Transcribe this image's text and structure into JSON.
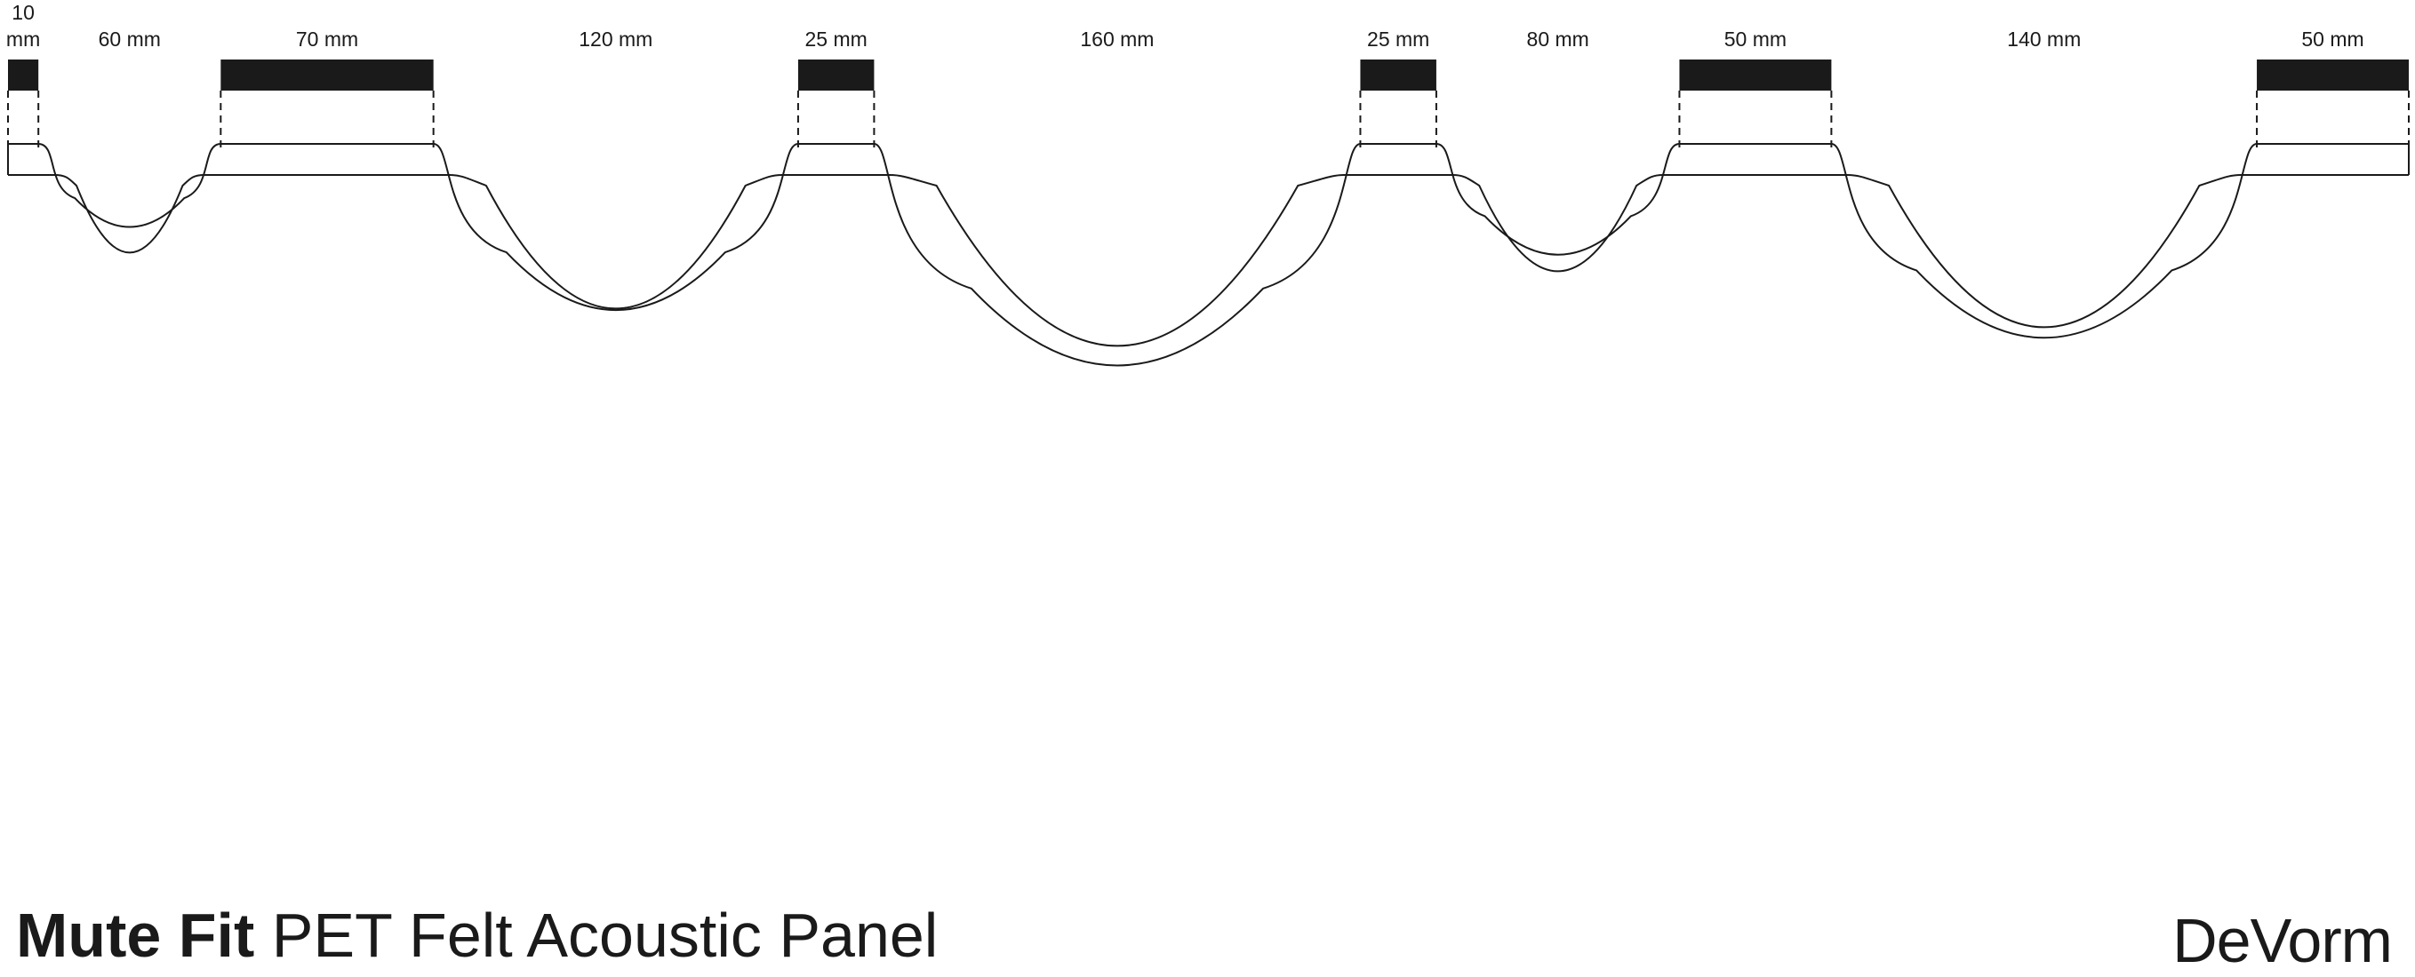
{
  "title": {
    "product": "Mute Fit",
    "description": "PET Felt Acoustic Panel"
  },
  "brand": "DeVorm",
  "segments": [
    {
      "type": "flat",
      "length_mm": 10,
      "label_line1": "10",
      "label_line2": "mm"
    },
    {
      "type": "curve",
      "length_mm": 60,
      "label": "60 mm"
    },
    {
      "type": "flat",
      "length_mm": 70,
      "label": "70 mm"
    },
    {
      "type": "curve",
      "length_mm": 120,
      "label": "120 mm"
    },
    {
      "type": "flat",
      "length_mm": 25,
      "label": "25 mm"
    },
    {
      "type": "curve",
      "length_mm": 160,
      "label": "160 mm"
    },
    {
      "type": "flat",
      "length_mm": 25,
      "label": "25 mm"
    },
    {
      "type": "curve",
      "length_mm": 80,
      "label": "80 mm"
    },
    {
      "type": "flat",
      "length_mm": 50,
      "label": "50 mm"
    },
    {
      "type": "curve",
      "length_mm": 140,
      "label": "140 mm"
    },
    {
      "type": "flat",
      "length_mm": 50,
      "label": "50 mm"
    }
  ],
  "colors": {
    "ink": "#1a1a1a",
    "background": "#ffffff"
  }
}
